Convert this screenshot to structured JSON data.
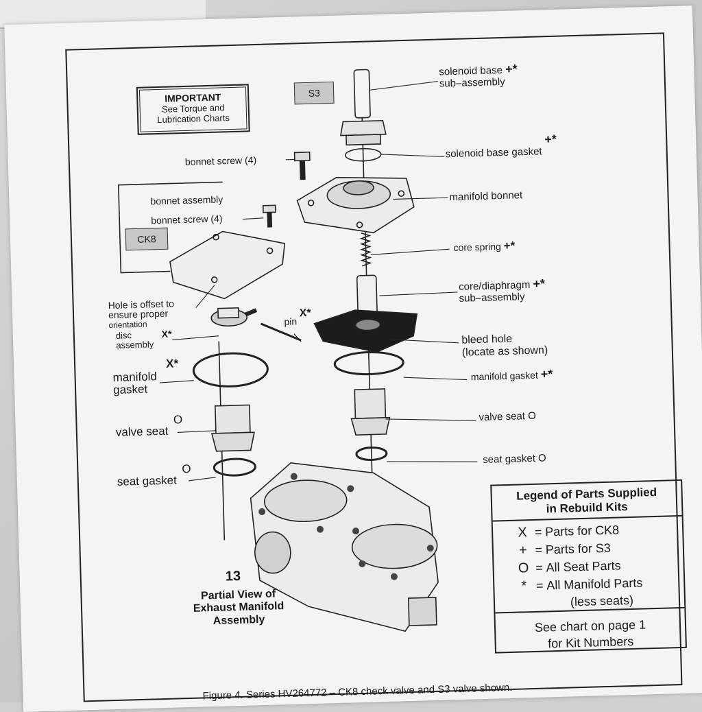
{
  "important_box": {
    "heading": "IMPORTANT",
    "line1": "See Torque and",
    "line2": "Lubrication Charts"
  },
  "tags": {
    "s3": "S3",
    "ck8": "CK8"
  },
  "labels": {
    "solenoid_base": "solenoid base",
    "solenoid_base_sub": "sub–assembly",
    "solenoid_base_sym": "+*",
    "bonnet_screw_top": "bonnet screw (4)",
    "solenoid_base_gasket": "solenoid base gasket",
    "solenoid_base_gasket_sym": "+*",
    "bonnet_assembly": "bonnet assembly",
    "bonnet_screw_left": "bonnet screw (4)",
    "manifold_bonnet": "manifold bonnet",
    "core_spring": "core spring",
    "core_spring_sym": "+*",
    "core_diaphragm": "core/diaphragm",
    "core_diaphragm_sub": "sub–assembly",
    "core_diaphragm_sym": "+*",
    "hole_offset_1": "Hole is offset to",
    "hole_offset_2": "ensure proper",
    "hole_offset_3": "orientation",
    "pin": "pin",
    "pin_sym": "X*",
    "disc": "disc",
    "disc_sym": "X*",
    "disc_2": "assembly",
    "bleed_hole": "bleed hole",
    "bleed_hole_2": "(locate as shown)",
    "manifold_gasket_left_sym": "X*",
    "manifold_gasket_left": "manifold",
    "manifold_gasket_left_2": "gasket",
    "manifold_gasket_right": "manifold gasket",
    "manifold_gasket_right_sym": "+*",
    "valve_seat_left": "valve seat",
    "valve_seat_left_sym": "O",
    "valve_seat_right": "valve seat",
    "valve_seat_right_sym": "O",
    "seat_gasket_left": "seat gasket",
    "seat_gasket_left_sym": "O",
    "seat_gasket_right": "seat gasket",
    "seat_gasket_right_sym": "O"
  },
  "figure_number": "13",
  "figure_caption": [
    "Partial View of",
    "Exhaust Manifold",
    "Assembly"
  ],
  "legend": {
    "title_1": "Legend of Parts Supplied",
    "title_2": "in Rebuild Kits",
    "rows": [
      {
        "sym": "X",
        "text": "Parts for CK8"
      },
      {
        "sym": "+",
        "text": "Parts for S3"
      },
      {
        "sym": "O",
        "text": "All Seat Parts"
      },
      {
        "sym": "*",
        "text": "All Manifold Parts"
      }
    ],
    "row4_sub": "(less seats)",
    "foot_1": "See chart on page 1",
    "foot_2": "for Kit Numbers"
  },
  "caption": "Figure 4. Series HV264772 – CK8 check valve and S3 valve shown."
}
